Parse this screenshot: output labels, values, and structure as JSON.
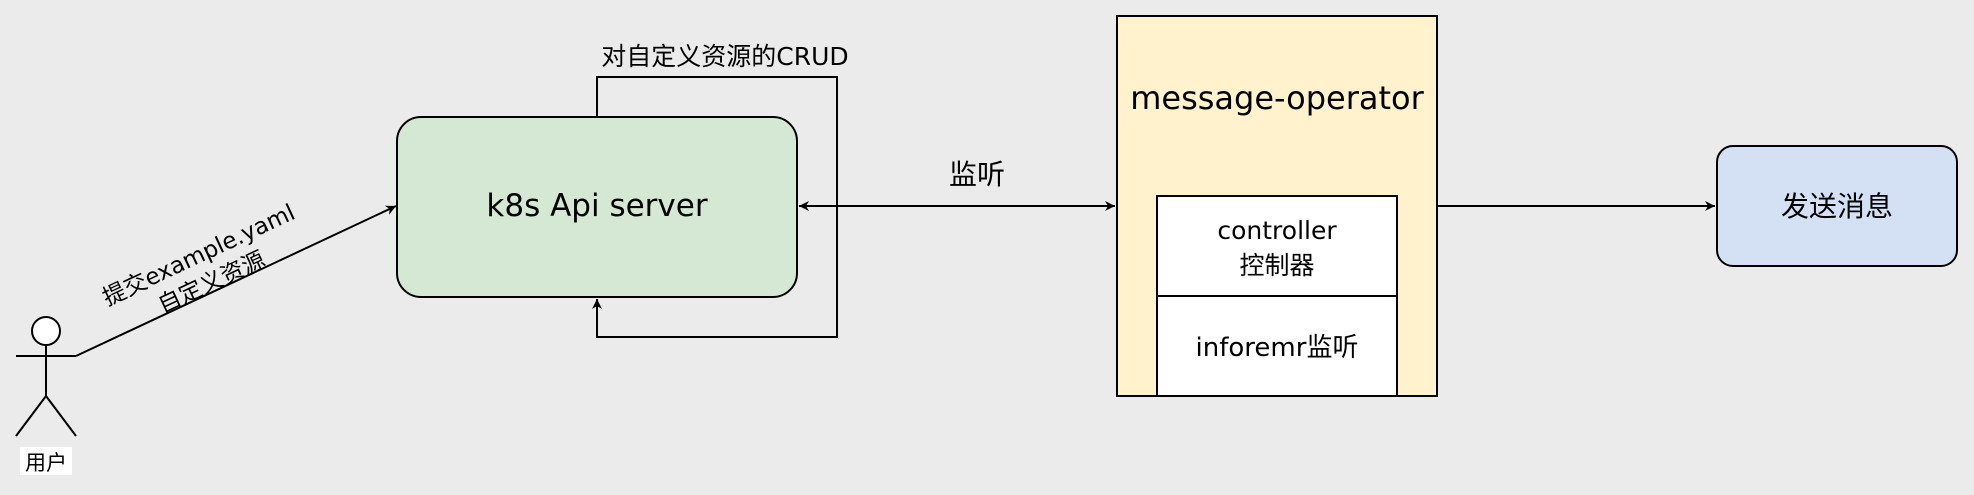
{
  "diagram": {
    "user_label": "用户",
    "submit_label_line1": "提交example.yaml",
    "submit_label_line2": "自定义资源",
    "api_server": {
      "label": "k8s Api server",
      "fill": "#d5e8d4"
    },
    "crud_label": "对自定义资源的CRUD",
    "watch_label": "监听",
    "operator": {
      "title": "message-operator",
      "fill": "#fff2cc",
      "controller_line1": "controller",
      "controller_line2": "控制器",
      "informer_label": "inforemr监听"
    },
    "send": {
      "label": "发送消息",
      "fill": "#d4e1f5"
    }
  }
}
